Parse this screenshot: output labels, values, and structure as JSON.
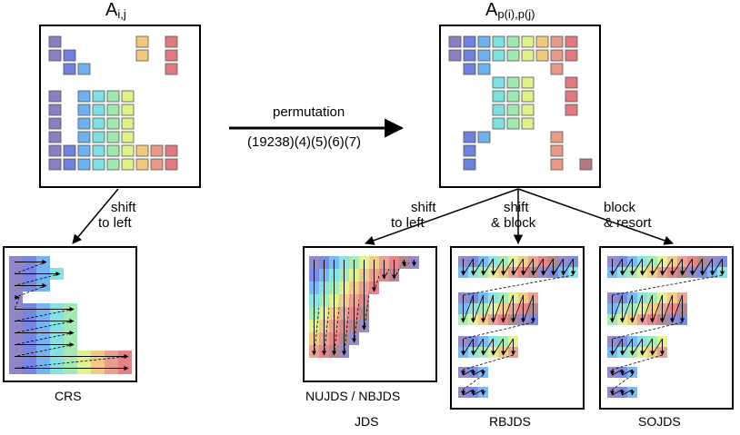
{
  "title_left": {
    "base": "A",
    "sub": "i,j"
  },
  "title_right": {
    "base": "A",
    "sub": "p(i),p(j)"
  },
  "arrow_label_top": "permutation",
  "arrow_label_bottom": "(19238)(4)(5)(6)(7)",
  "branch_crs_label": [
    "shift",
    "to left"
  ],
  "branch_jds_label": [
    "shift",
    "to left"
  ],
  "branch_rbjds_label": [
    "shift",
    "& block"
  ],
  "branch_sojds_label": [
    "block",
    "& resort"
  ],
  "caption_crs": "CRS",
  "caption_nujds": "NUJDS / NBJDS",
  "caption_jds": "JDS",
  "caption_rbjds": "RBJDS",
  "caption_sojds": "SOJDS",
  "colors": {
    "c0": "#8a7fc2",
    "c1": "#6f80e0",
    "c2": "#6fb0f0",
    "c3": "#7fe0e0",
    "c4": "#9fe8b0",
    "c5": "#e0f08a",
    "c6": "#f0c880",
    "c7": "#e89a88",
    "c8": "#e07a80",
    "c9": "#b07a80"
  }
}
